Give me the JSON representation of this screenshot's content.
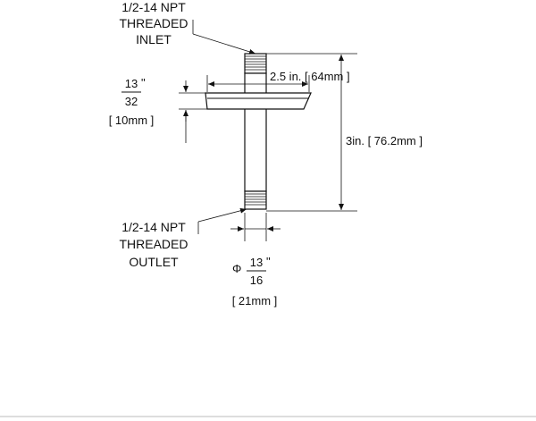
{
  "inlet_label": [
    "1/2-14 NPT",
    "THREADED",
    "INLET"
  ],
  "outlet_label": [
    "1/2-14 NPT",
    "THREADED",
    "OUTLET"
  ],
  "flange_thickness": {
    "numerator": "13",
    "denominator": "32",
    "unit_mark": "\"",
    "metric": "[ 10mm ]"
  },
  "flange_width": "2.5 in. [ 64mm ]",
  "overall_length": "3in. [ 76.2mm ]",
  "pipe_diameter": {
    "symbol": "Φ",
    "numerator": "13",
    "denominator": "16",
    "unit_mark": "\"",
    "metric": "[ 21mm ]"
  }
}
